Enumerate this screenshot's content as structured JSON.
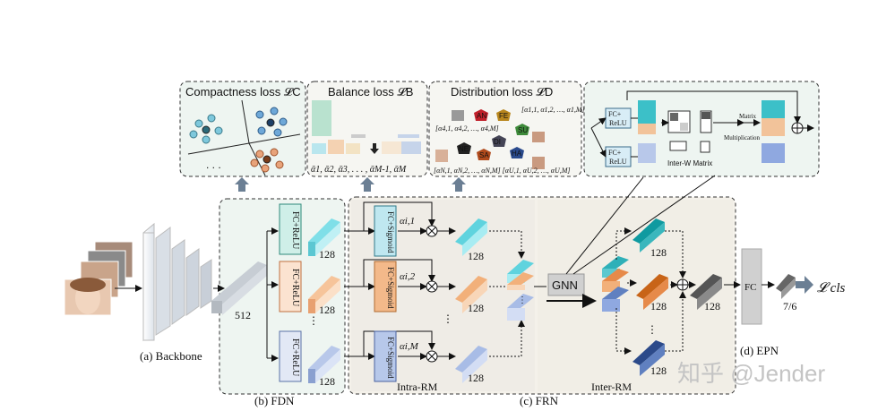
{
  "top_panels": {
    "compactness": "Compactness loss 𝓛C",
    "balance": "Balance loss 𝓛B",
    "distribution": "Distribution loss 𝓛D",
    "ellipsis": ". . .",
    "balance_alphas": "ᾱ1, ᾱ2, ᾱ3, . . . , ᾱM-1, ᾱM",
    "dist_a": "[α1,1, α1,2, …, α1,M]",
    "dist_b": "[α4,1, α4,2, …, α4,M]",
    "dist_c": "[αN,1, αN,2, …, αN,M] [αU,1, αU,2, …, αU,M]"
  },
  "emotions": [
    "AN",
    "FE",
    "SU",
    "DI",
    "NE",
    "SA",
    "HA"
  ],
  "epn_panel": {
    "fc_relu_l1": "FC+",
    "fc_relu_l2": "ReLU",
    "matrix": "Matrix",
    "multiplication": "Multiplication",
    "inter_w": "Inter-W Matrix"
  },
  "labels": {
    "backbone": "(a) Backbone",
    "dim512": "512",
    "fc_relu": "FC+ReLU",
    "vdots": "⋮",
    "dim128": "128",
    "fdn": "(b) FDN",
    "fc_sigmoid": "FC+Sigmoid",
    "alpha1": "αi,1",
    "alpha2": "αi,2",
    "alphaM": "αi,M",
    "intra_rm": "Intra-RM",
    "gnn": "GNN",
    "inter_rm": "Inter-RM",
    "frn": "(c) FRN",
    "fc": "FC",
    "out_dim": "7/6",
    "cls_loss": "𝓛 cls",
    "epn": "(d) EPN"
  },
  "watermark": "知乎 @Jender",
  "colors": {
    "fdn_bg": "#eef5f1",
    "frn_bg": "#f4f1ea",
    "cyan": "#5fd3de",
    "orange": "#f2b07a",
    "blue": "#a8bce6",
    "arrow_grey": "#6b7f94"
  }
}
